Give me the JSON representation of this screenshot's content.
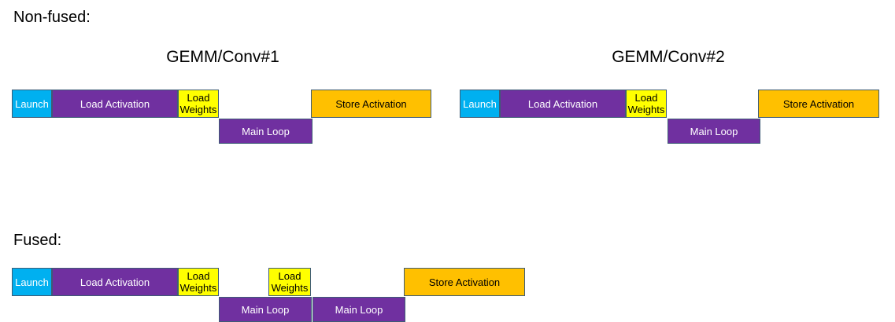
{
  "diagram": {
    "title_nonfused": "Non-fused:",
    "title_fused": "Fused:",
    "kernel1_title": "GEMM/Conv#1",
    "kernel2_title": "GEMM/Conv#2",
    "colors": {
      "launch": "#00B0F0",
      "load_activation": "#7030A0",
      "load_weights": "#FFFF00",
      "main_loop": "#7030A0",
      "store_activation": "#FFC000",
      "border": "#3E5C76",
      "background": "#FFFFFF",
      "text_dark": "#000000",
      "text_light": "#FFFFFF"
    },
    "labels": {
      "launch": "Launch",
      "load_activation": "Load Activation",
      "load_weights": "Load\nWeights",
      "load_weights_line1": "Load",
      "load_weights_line2": "Weights",
      "main_loop": "Main Loop",
      "store_activation": "Store Activation"
    },
    "nonfused": {
      "kernel1": {
        "title": "GEMM/Conv#1",
        "bars": [
          {
            "name": "launch",
            "label": "Launch"
          },
          {
            "name": "load-activation",
            "label": "Load Activation"
          },
          {
            "name": "load-weights",
            "label": "Load Weights"
          },
          {
            "name": "main-loop",
            "label": "Main Loop"
          },
          {
            "name": "store-activation",
            "label": "Store Activation"
          }
        ]
      },
      "kernel2": {
        "title": "GEMM/Conv#2",
        "bars": [
          {
            "name": "launch",
            "label": "Launch"
          },
          {
            "name": "load-activation",
            "label": "Load Activation"
          },
          {
            "name": "load-weights",
            "label": "Load Weights"
          },
          {
            "name": "main-loop",
            "label": "Main Loop"
          },
          {
            "name": "store-activation",
            "label": "Store Activation"
          }
        ]
      }
    },
    "fused": {
      "bars": [
        {
          "name": "launch",
          "label": "Launch"
        },
        {
          "name": "load-activation",
          "label": "Load Activation"
        },
        {
          "name": "load-weights-1",
          "label": "Load Weights"
        },
        {
          "name": "load-weights-2",
          "label": "Load Weights"
        },
        {
          "name": "main-loop-1",
          "label": "Main Loop"
        },
        {
          "name": "main-loop-2",
          "label": "Main Loop"
        },
        {
          "name": "store-activation",
          "label": "Store Activation"
        }
      ]
    }
  }
}
